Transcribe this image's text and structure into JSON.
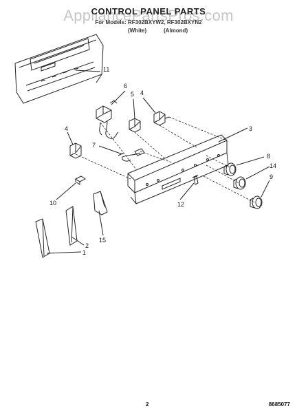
{
  "header": {
    "watermark": "AppliancePartsPros.com",
    "title": "CONTROL PANEL PARTS",
    "subtitle": "For Models: RF302BXYW2, RF302BXYN2",
    "variant_white": "(White)",
    "variant_almond": "(Almond)"
  },
  "callouts": {
    "c11": "11",
    "c6": "6",
    "c5": "5",
    "c4a": "4",
    "c3": "3",
    "c4b": "4",
    "c7": "7",
    "c8": "8",
    "c14": "14",
    "c9": "9",
    "c10": "10",
    "c12": "12",
    "c15": "15",
    "c2": "2",
    "c1": "1"
  },
  "footer": {
    "page_number": "2",
    "doc_number": "8685077"
  }
}
